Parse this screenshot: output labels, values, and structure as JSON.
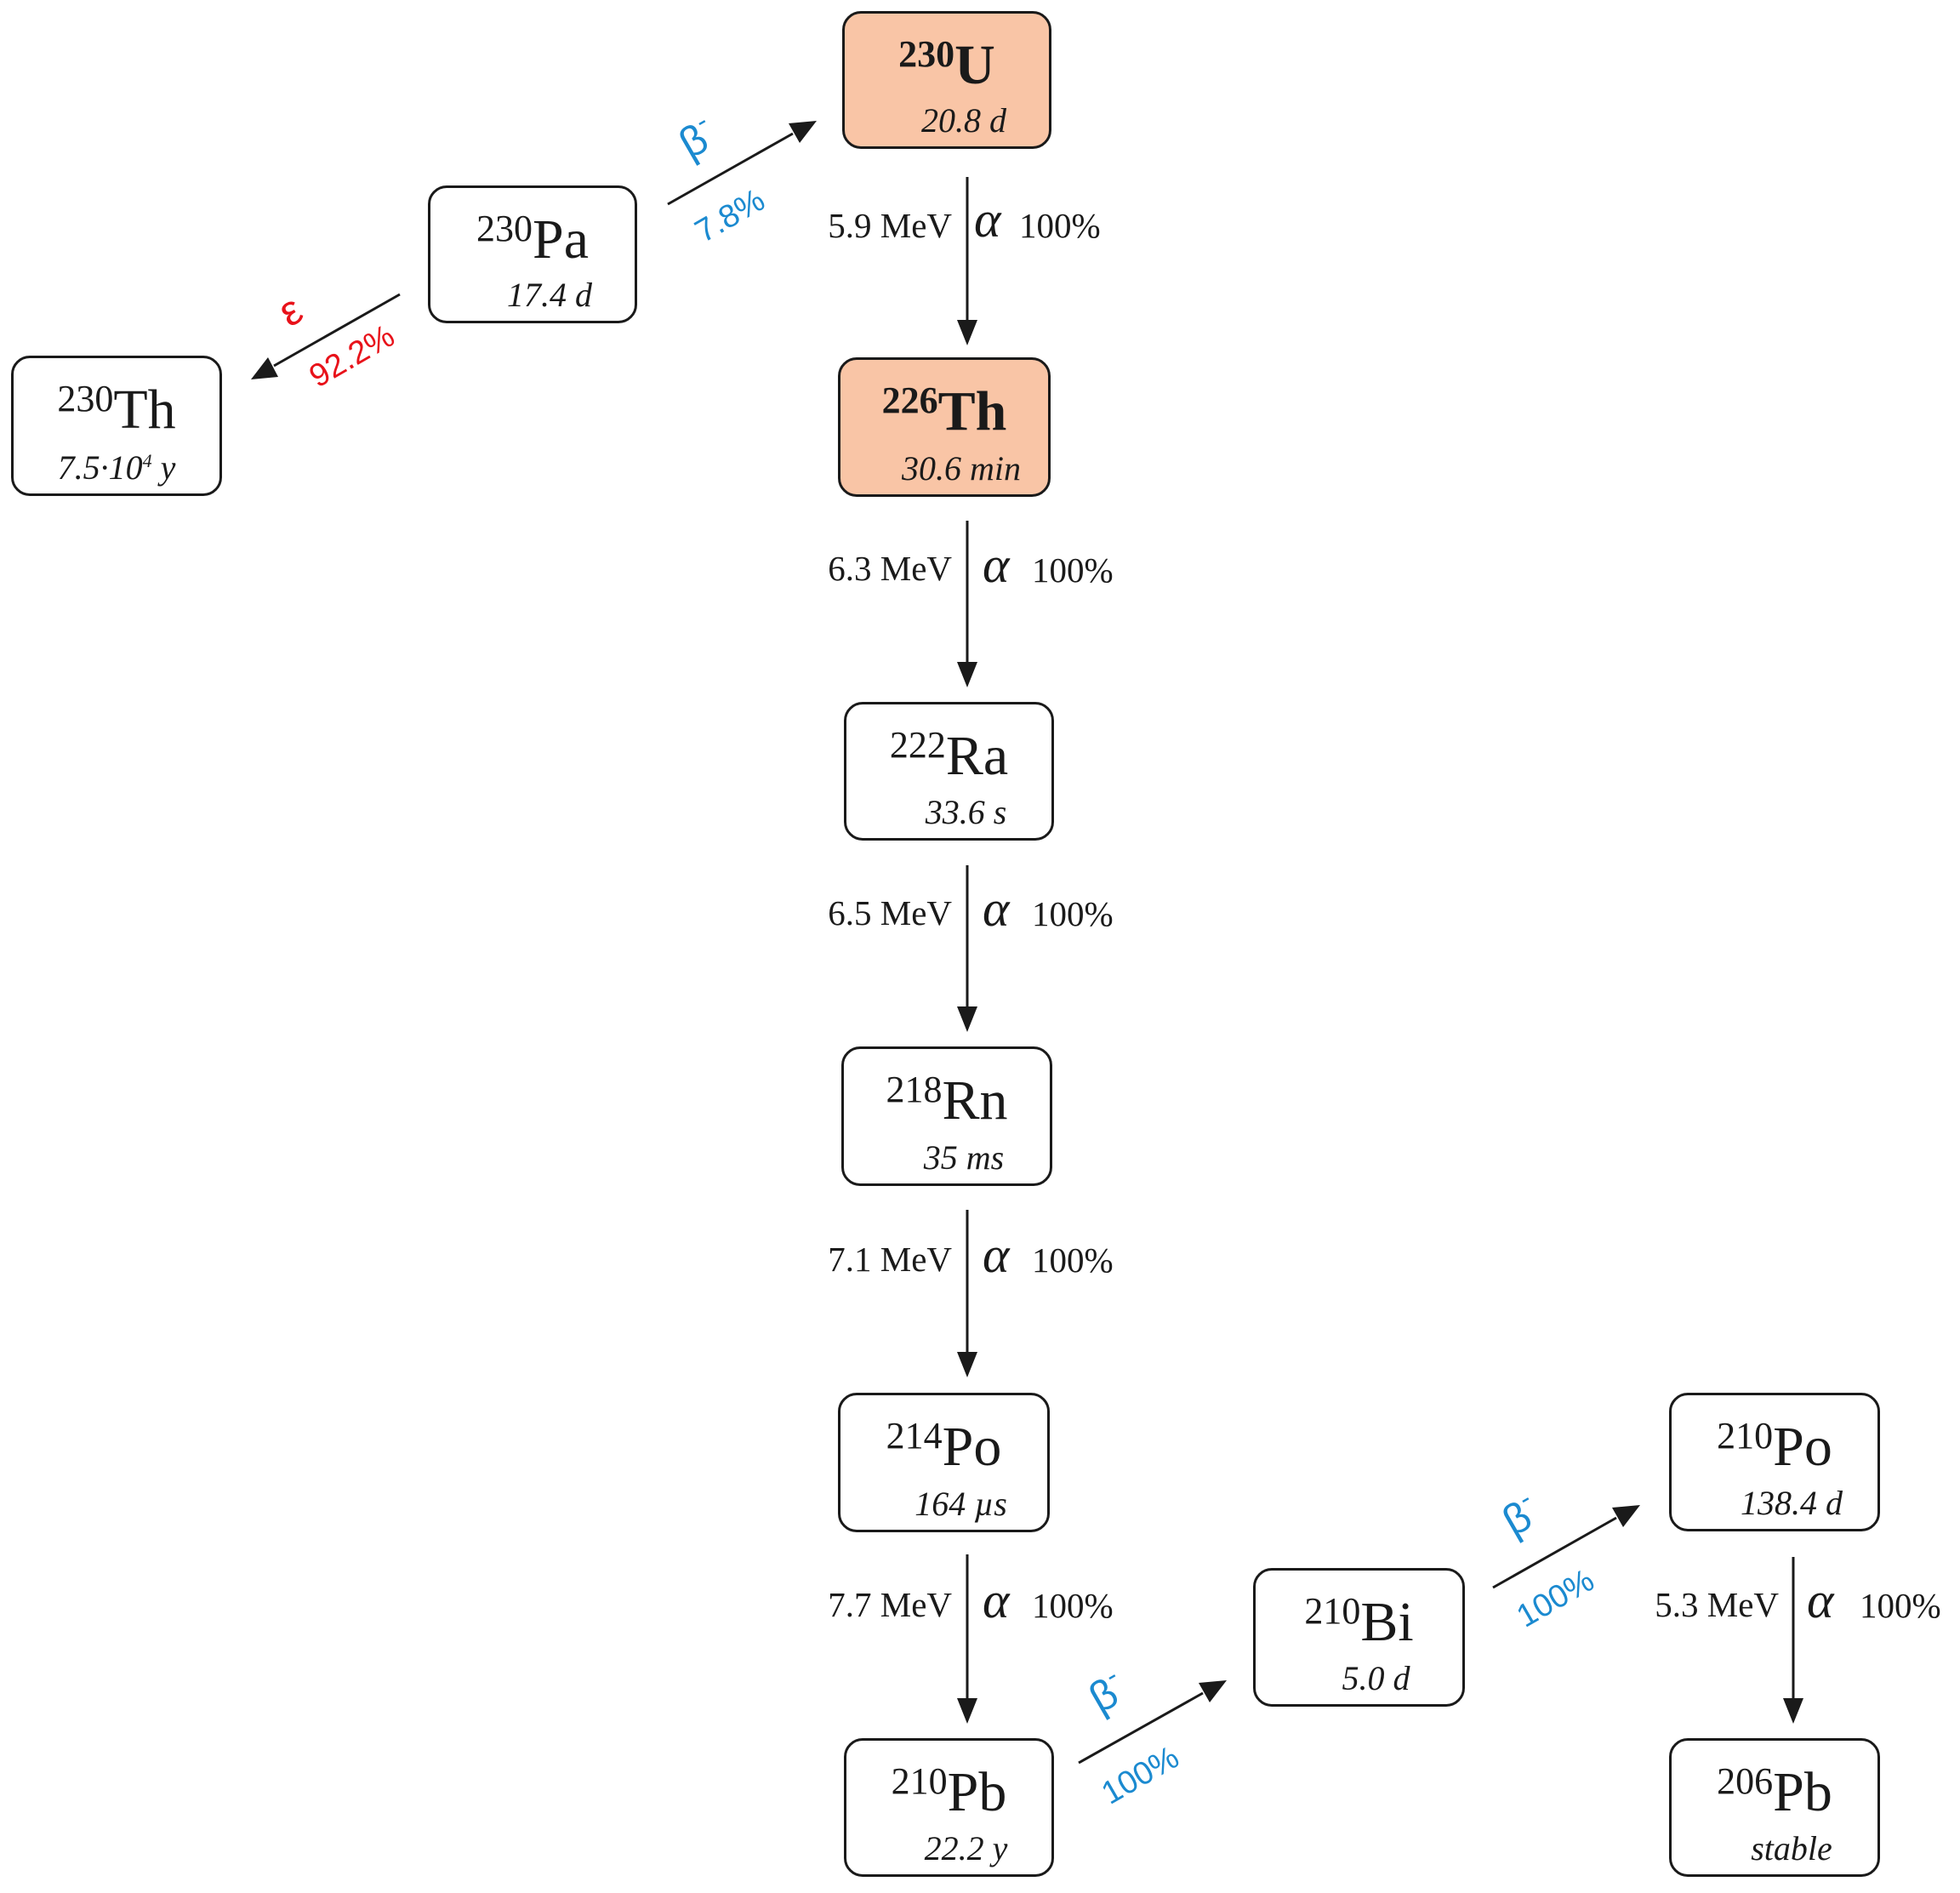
{
  "nuclides": [
    {
      "id": "u230",
      "mass": "230",
      "symbol": "U",
      "half_life": "20.8 d",
      "highlighted": true
    },
    {
      "id": "pa230",
      "mass": "230",
      "symbol": "Pa",
      "half_life": "17.4 d",
      "highlighted": false
    },
    {
      "id": "th230",
      "mass": "230",
      "symbol": "Th",
      "half_life_base": "7.5·10",
      "half_life_exp": "4",
      "half_life_unit": " y",
      "highlighted": false
    },
    {
      "id": "th226",
      "mass": "226",
      "symbol": "Th",
      "half_life": "30.6 min",
      "highlighted": true
    },
    {
      "id": "ra222",
      "mass": "222",
      "symbol": "Ra",
      "half_life": "33.6 s",
      "highlighted": false
    },
    {
      "id": "rn218",
      "mass": "218",
      "symbol": "Rn",
      "half_life": "35 ms",
      "highlighted": false
    },
    {
      "id": "po214",
      "mass": "214",
      "symbol": "Po",
      "half_life": "164 µs",
      "highlighted": false
    },
    {
      "id": "pb210",
      "mass": "210",
      "symbol": "Pb",
      "half_life": "22.2 y",
      "highlighted": false
    },
    {
      "id": "bi210",
      "mass": "210",
      "symbol": "Bi",
      "half_life": "5.0 d",
      "highlighted": false
    },
    {
      "id": "po210",
      "mass": "210",
      "symbol": "Po",
      "half_life": "138.4 d",
      "highlighted": false
    },
    {
      "id": "pb206",
      "mass": "206",
      "symbol": "Pb",
      "half_life": "stable",
      "highlighted": false
    }
  ],
  "alpha_decays": [
    {
      "from": "u230",
      "to": "th226",
      "energy": "5.9 MeV",
      "symbol": "α",
      "fraction": "100%"
    },
    {
      "from": "th226",
      "to": "ra222",
      "energy": "6.3 MeV",
      "symbol": "α",
      "fraction": "100%"
    },
    {
      "from": "ra222",
      "to": "rn218",
      "energy": "6.5 MeV",
      "symbol": "α",
      "fraction": "100%"
    },
    {
      "from": "rn218",
      "to": "po214",
      "energy": "7.1 MeV",
      "symbol": "α",
      "fraction": "100%"
    },
    {
      "from": "po214",
      "to": "pb210",
      "energy": "7.7 MeV",
      "symbol": "α",
      "fraction": "100%"
    },
    {
      "from": "po210",
      "to": "pb206",
      "energy": "5.3 MeV",
      "symbol": "α",
      "fraction": "100%"
    }
  ],
  "branch_decays": [
    {
      "from": "pa230",
      "to": "u230",
      "mode": "β",
      "mode_sup": "-",
      "fraction": "7.8%",
      "color": "#1b8ad0"
    },
    {
      "from": "pa230",
      "to": "th230",
      "mode": "ε",
      "mode_sup": "",
      "fraction": "92.2%",
      "color": "#e8121a"
    },
    {
      "from": "pb210",
      "to": "bi210",
      "mode": "β",
      "mode_sup": "-",
      "fraction": "100%",
      "color": "#1b8ad0"
    },
    {
      "from": "bi210",
      "to": "po210",
      "mode": "β",
      "mode_sup": "-",
      "fraction": "100%",
      "color": "#1b8ad0"
    }
  ]
}
